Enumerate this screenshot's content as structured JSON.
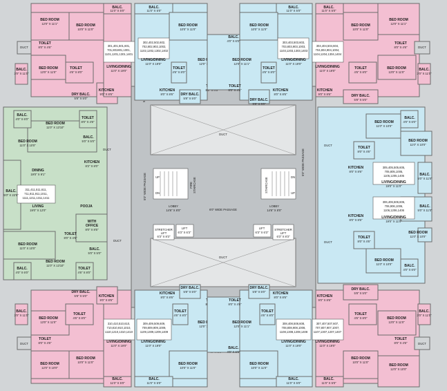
{
  "plan": {
    "colors": {
      "pink": "#f3bfd2",
      "blue": "#c9e8f3",
      "green": "#c8e0c8",
      "corridor": "#bfc3c6",
      "background": "#d7dadc"
    },
    "unit_labels": {
      "tl_pink": [
        "301,401,501,601,",
        "701,801901,1001,",
        "1101,1201,1301,1401"
      ],
      "tl_blue": [
        "302,402,502,602,",
        "702,802,902,1002,",
        "1102,1202,1302,1402"
      ],
      "tr_blue": [
        "303,403,503,603,",
        "703,803,903,1003,",
        "1103,1203,1303,1403"
      ],
      "tr_pink": [
        "304,404,504,604,",
        "704,804,904,1004,",
        "1104,1204,1304,1404"
      ],
      "l_green": [
        "311,411,511,611,",
        "711,811,911,1011,",
        "1111,1211,1311,1411"
      ],
      "r_blue1": [
        "305,405,505,605,",
        "705,805,1005,",
        "1105,1205,1405"
      ],
      "r_blue2": [
        "306,406,506,606,",
        "706,906,1006,",
        "1106,1206,1406"
      ],
      "bl_pink": [
        "310,410,510,610,",
        "710,810,910,1010,",
        "1110,1210,1310,1410"
      ],
      "bl_blue": [
        "309,409,509,609,",
        "709,809,909,1009,",
        "1109,1309,1209,1409"
      ],
      "br_blue": [
        "308,408,508,608,",
        "708,808,908,1008,",
        "1108,1308,1208,1408"
      ],
      "br_pink": [
        "307,407,507,607,",
        "707,807,907,1007,",
        "1107,1307,1207,1407"
      ]
    },
    "rooms": {
      "bed": "BED ROOM",
      "bed_12_11": "12'0\" X 11'1\"",
      "bed_10_11": "10'0\" X 11'0\"",
      "bed_12_10": "12'0\" X 10'0\"",
      "bed_13_11": "13'0\" X 11'0\"",
      "bed_11_10": "11'0\" X 10'0\"",
      "living_dining": "LIVING/DINING",
      "ld_11_19": "11'0\" X 19'0\"",
      "ld_19_11": "19'0\" X 11'0\"",
      "kitchen": "KITCHEN",
      "kit_8_8": "8'0\" X 8'6\"",
      "kit_9_8": "9'0\" X 8'6\"",
      "toilet": "TOILET",
      "toi_8_4": "8'0\" X 4'6\"",
      "toi_4_8": "4'6\" X 8'0\"",
      "balc": "BALC.",
      "balc_11_5": "11'0\" X 5'0\"",
      "balc_4_6": "4'0\" X 6'0\"",
      "balc_5_11": "5'0\" X 11'0\"",
      "balc_3_11": "3'0\" X 11'0\"",
      "dry_balc": "DRY BALC.",
      "dry_5_5": "5'8\" X 5'0\"",
      "duct": "DUCT",
      "dining": "DINING",
      "dining_size": "19'0\" X 9'1\"",
      "living": "LIVING",
      "living_size": "19'0\" X 12'0\"",
      "bed_11_13": "11'0\" X 13'10\"",
      "bed_11_10b": "11'0\" X 10'0\"",
      "kit_green": "8'2\" X 8'0\"",
      "pooja": "POOJA",
      "with_office": "WITH",
      "office": "OFFICE",
      "office_size": "8'0\" X 8'5\"",
      "balc_large": "5'0\" X 22'5\"",
      "balc_green": "5'0\" X 5'0\""
    },
    "core": {
      "passage_5": "5'0\" WIDE PASSAGE",
      "passage_6": "6'0\" WIDE PASSAGE",
      "lobby": "LOBBY",
      "lobby_size": "14'6\" X 8'0\"",
      "lift": "LIFT",
      "lift_size": "6'3\" X 6'3\"",
      "stretcher": "STRETCHER",
      "stretcher_lift": "LIFT",
      "stretcher_size": "6'3\" X 8'3\"",
      "fire": "FIRE",
      "staircase": "STAIRCASE",
      "up": "UP",
      "dn": "DN",
      "duct": "DUCT"
    }
  }
}
